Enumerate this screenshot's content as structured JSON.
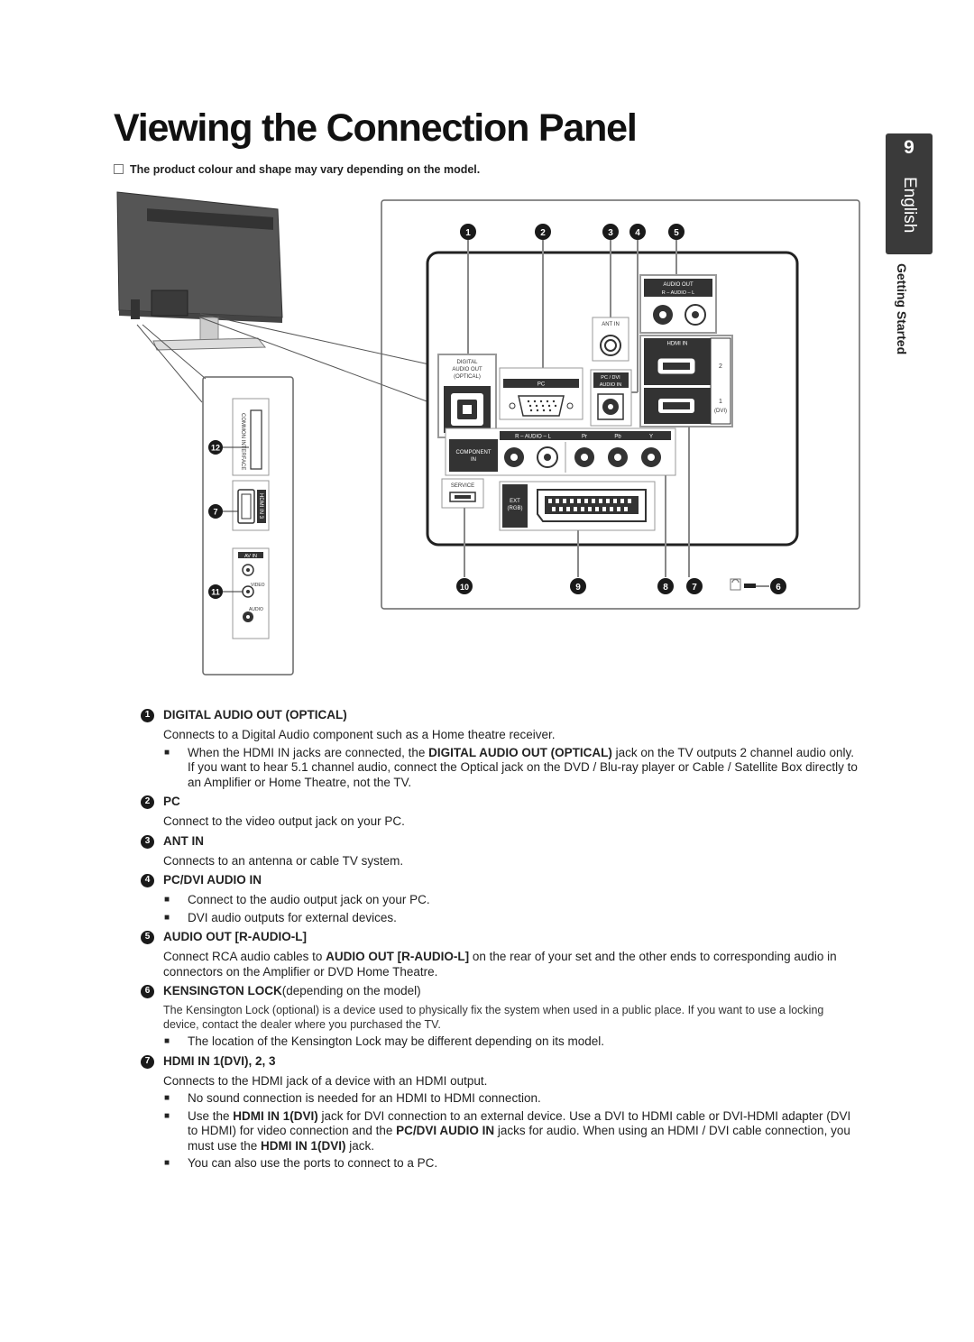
{
  "title": "Viewing the Connection Panel",
  "note": "The product colour and shape may vary depending on the model.",
  "side_tab": {
    "page_number": "9",
    "language": "English",
    "chapter": "Getting Started"
  },
  "diagram": {
    "callouts_top": [
      "1",
      "2",
      "3",
      "4",
      "5"
    ],
    "callouts_bottom": [
      "10",
      "9",
      "8",
      "7",
      "6"
    ],
    "callouts_side": [
      "12",
      "7",
      "11"
    ],
    "port_labels": {
      "audio_out": "AUDIO OUT",
      "audio_rl": "R – AUDIO – L",
      "ant_in": "ANT IN",
      "hdmi_in": "HDMI IN",
      "hdmi_2": "2",
      "hdmi_1": "1",
      "dvi": "(DVI)",
      "digital_1": "DIGITAL",
      "digital_2": "AUDIO OUT",
      "digital_3": "(OPTICAL)",
      "pc": "PC",
      "pc_dvi_1": "PC / DVI",
      "pc_dvi_2": "AUDIO IN",
      "component_1": "COMPONENT",
      "component_2": "IN",
      "comp_audio": "R – AUDIO – L",
      "pr": "Pr",
      "pb": "Pb",
      "y": "Y",
      "service": "SERVICE",
      "ext_1": "EXT",
      "ext_2": "(RGB)",
      "common_interface": "COMMON INTERFACE",
      "hdmi_in_3": "HDMI IN 3",
      "av_in": "AV IN",
      "video": "VIDEO",
      "audio": "AUDIO"
    }
  },
  "sections": [
    {
      "num": "1",
      "title": "DIGITAL AUDIO OUT (OPTICAL)",
      "body": "Connects to a Digital Audio component such as a Home theatre receiver.",
      "bullet1_a": "When the HDMI IN jacks are connected, the ",
      "bullet1_b": "DIGITAL AUDIO OUT (OPTICAL)",
      "bullet1_c": " jack on the TV outputs 2 channel audio only. If you want to hear 5.1 channel audio, connect the Optical jack on the DVD / Blu-ray player or Cable / Satellite Box directly to an Amplifier or Home Theatre, not the TV."
    },
    {
      "num": "2",
      "title": "PC",
      "body": "Connect to the video output jack on your PC."
    },
    {
      "num": "3",
      "title": "ANT IN",
      "body": "Connects to an antenna or cable TV system."
    },
    {
      "num": "4",
      "title": "PC/DVI AUDIO IN",
      "bullets": [
        "Connect to the audio output jack on your PC.",
        "DVI audio outputs for external devices."
      ]
    },
    {
      "num": "5",
      "title": "AUDIO OUT [R-AUDIO-L]",
      "body_a": "Connect RCA audio cables to ",
      "body_b": "AUDIO OUT [R-AUDIO-L]",
      "body_c": " on the rear of your set and the other ends to corresponding audio in connectors on the Amplifier or DVD Home Theatre."
    },
    {
      "num": "6",
      "title": "KENSINGTON LOCK",
      "title_suffix": " (depending on the model)",
      "body": "The Kensington Lock (optional) is a device used to physically fix the system when used in a public place. If you want to use a locking device, contact the dealer where you purchased the TV.",
      "bullet": "The location of the Kensington Lock may be different depending on its model."
    },
    {
      "num": "7",
      "title": "HDMI IN 1(DVI), 2, 3",
      "body": "Connects to the HDMI jack of a device with an HDMI output.",
      "bullet1": "No sound connection is needed for an HDMI to HDMI connection.",
      "bullet2_a": "Use the ",
      "bullet2_b": "HDMI IN 1(DVI)",
      "bullet2_c": " jack for DVI connection to an external device. Use a DVI to HDMI cable or DVI-HDMI adapter (DVI to HDMI) for video connection and the ",
      "bullet2_d": "PC/DVI AUDIO IN",
      "bullet2_e": " jacks for audio. When using an HDMI / DVI cable connection, you must use the ",
      "bullet2_f": "HDMI IN 1(DVI)",
      "bullet2_g": " jack.",
      "bullet3": "You can also use the ports to connect to a PC."
    }
  ]
}
